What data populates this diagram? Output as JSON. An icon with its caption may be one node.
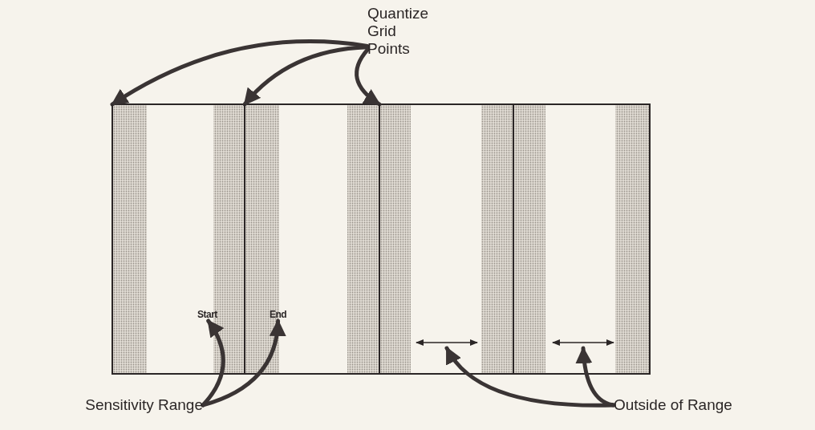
{
  "diagram": {
    "nodes": [
      {
        "text": [
          "Quantize Grid Points"
        ]
      },
      {
        "text": [],
        "shape": "line"
      },
      {
        "text": [],
        "shape": "line"
      },
      {
        "text": [],
        "shape": "line"
      },
      {
        "text": [
          "Start"
        ]
      },
      {
        "text": [
          "End"
        ]
      },
      {
        "text": [],
        "shape": "line"
      },
      {
        "text": [],
        "shape": "line"
      },
      {
        "text": [
          "Sensitivity Range"
        ]
      },
      {
        "text": [
          "Outside of Range"
        ]
      }
    ],
    "edges": [
      {
        "from": 0,
        "to": 1,
        "arrow": "to"
      },
      {
        "from": 0,
        "to": 2,
        "arrow": "to"
      },
      {
        "from": 0,
        "to": 3,
        "arrow": "to"
      },
      {
        "from": 8,
        "to": 4,
        "arrow": "to"
      },
      {
        "from": 8,
        "to": 5,
        "arrow": "to"
      },
      {
        "from": 9,
        "to": 6,
        "arrow": "to"
      },
      {
        "from": 9,
        "to": 7,
        "arrow": "to"
      }
    ]
  }
}
